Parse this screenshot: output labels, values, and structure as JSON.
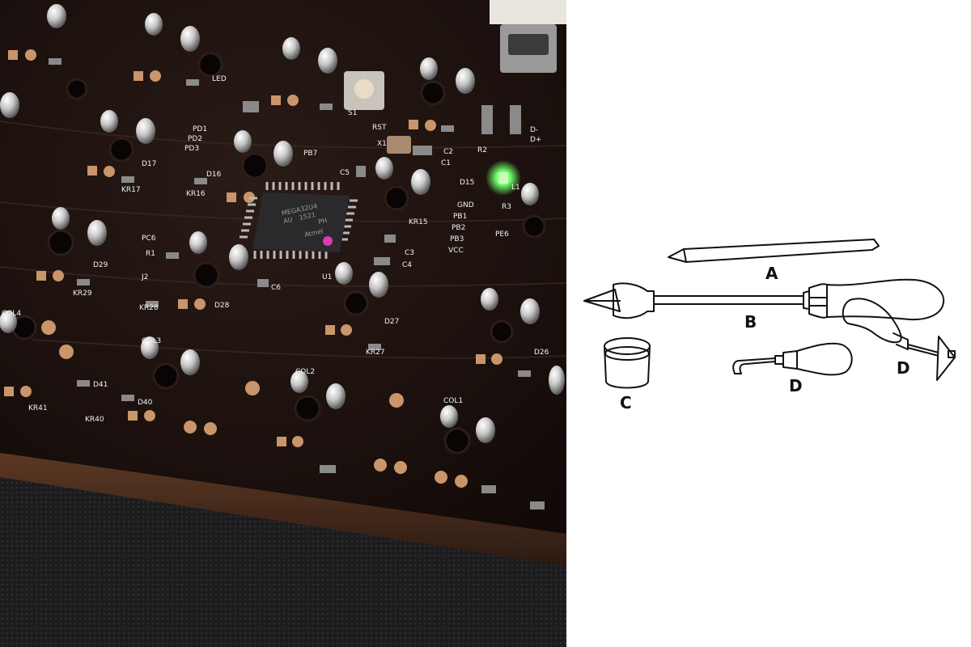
{
  "photo": {
    "silkscreen_labels": [
      "COL4",
      "COL3",
      "COL2",
      "COL1",
      "D29",
      "KR29",
      "D28",
      "KR28",
      "D27",
      "KR27",
      "D26",
      "D17",
      "KR17",
      "D16",
      "KR16",
      "D15",
      "KR15",
      "D41",
      "KR41",
      "D40",
      "KR40",
      "PD1",
      "PD2",
      "PD3",
      "PB7",
      "PC6",
      "R1",
      "R2",
      "R3",
      "J2",
      "C1",
      "C2",
      "C3",
      "C4",
      "C5",
      "C6",
      "U1",
      "X1",
      "S1",
      "RST",
      "GND",
      "PB1",
      "PB2",
      "PB3",
      "VCC",
      "PE6",
      "L1",
      "D+",
      "D-",
      "LED"
    ],
    "chip_text": [
      "Atmel",
      "MEGA32U4",
      "AU",
      "1521",
      "PH"
    ],
    "colors": {
      "board": "#1a100d",
      "copper_pad": "#c9956a",
      "solder": "#e8e8e8",
      "silkscreen": "#f2f2f2",
      "led_glow": "#6dff6a",
      "chip_dot": "#d83cb0"
    }
  },
  "illustration": {
    "labels": {
      "a": "A",
      "b": "B",
      "c": "C",
      "d1": "D",
      "d2": "D"
    }
  }
}
